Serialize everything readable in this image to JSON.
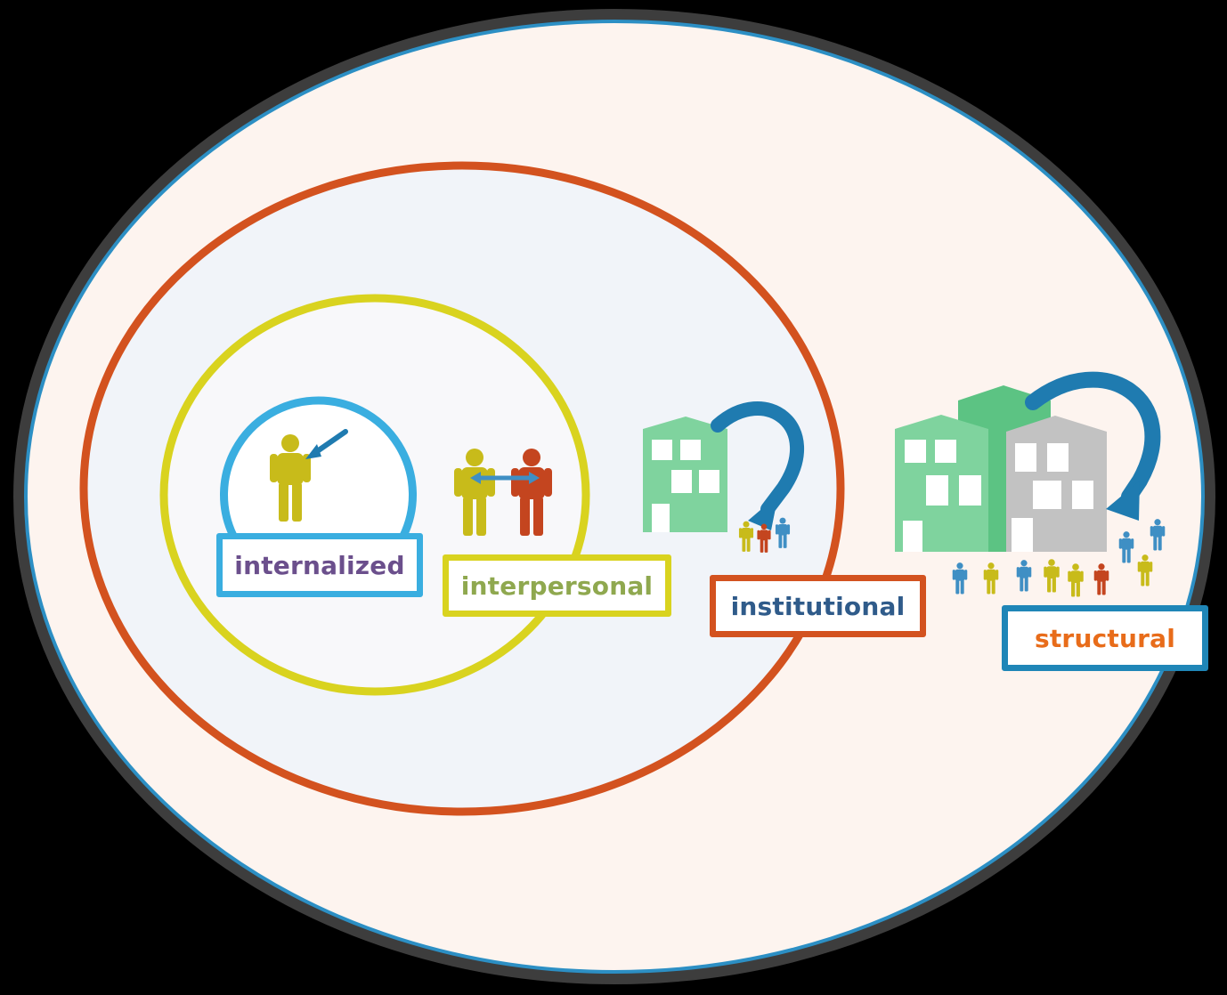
{
  "levels": {
    "internalized": {
      "label": "internalized"
    },
    "interpersonal": {
      "label": "interpersonal"
    },
    "institutional": {
      "label": "institutional"
    },
    "structural": {
      "label": "structural"
    }
  },
  "colors": {
    "background": "#000000",
    "outer_fill": "#fdf4ef",
    "outer_border_dark": "#3d3d3d",
    "outer_border_blue": "#2c8fc4",
    "institutional_ring": "#d3521f",
    "institutional_fill": "#f1f4f9",
    "interpersonal_ring": "#d9d31f",
    "interpersonal_fill": "#f8f8fa",
    "internalized_ring": "#3aaee0",
    "person_yellow": "#c8bb1a",
    "person_orange": "#c4451f",
    "person_blue": "#3f8fc4",
    "building_green": "#7fd39e",
    "building_green_dark": "#5cc383",
    "building_gray": "#c2c2c2",
    "arrow_blue": "#1f7bb0"
  },
  "icons": [
    "person-icon",
    "building-icon",
    "curved-arrow-icon",
    "double-arrow-icon"
  ]
}
